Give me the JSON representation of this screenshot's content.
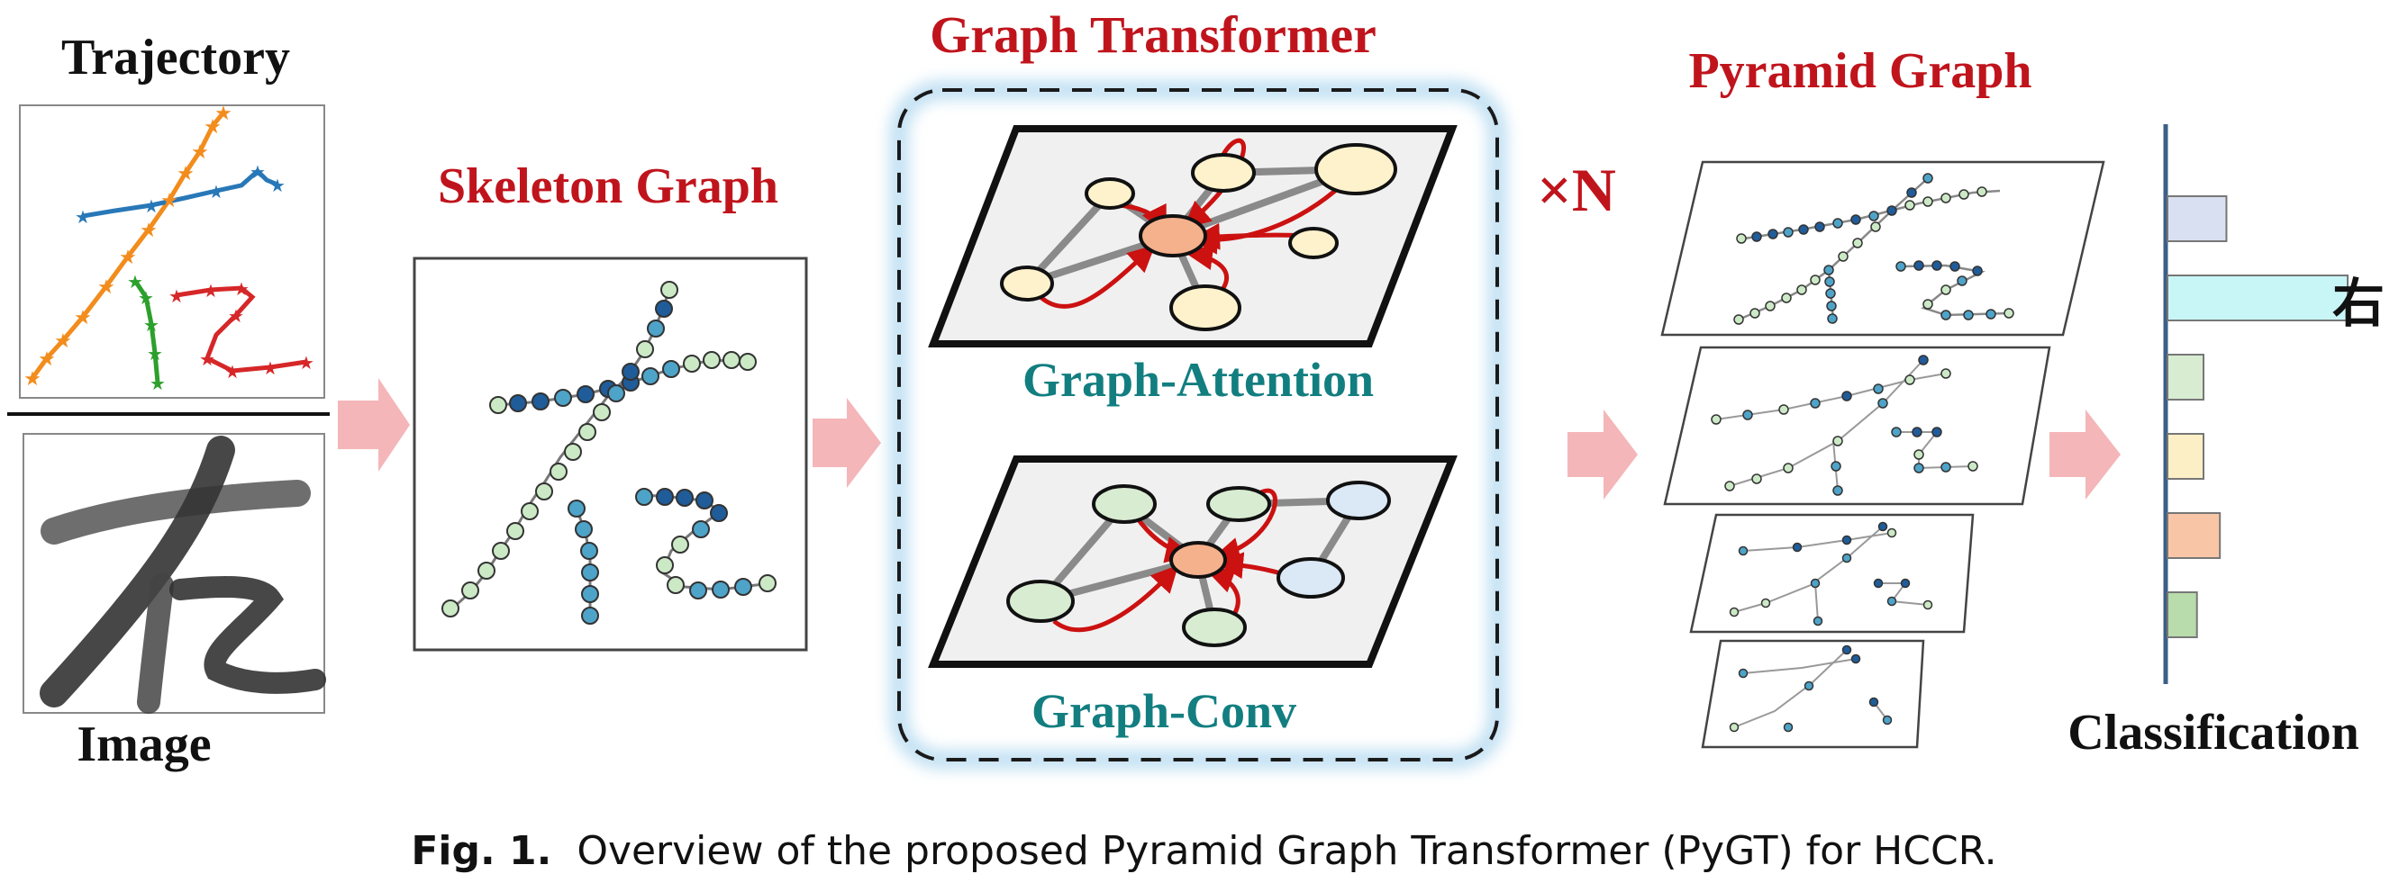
{
  "labels": {
    "trajectory": "Trajectory",
    "image": "Image",
    "skeleton_graph": "Skeleton Graph",
    "graph_transformer": "Graph Transformer",
    "graph_attention": "Graph-Attention",
    "graph_conv": "Graph-Conv",
    "repeat": "×N",
    "pyramid_graph": "Pyramid Graph",
    "classification": "Classification",
    "predicted_char": "右"
  },
  "caption": {
    "fig": "Fig. 1.",
    "text": "Overview of the proposed Pyramid Graph Transformer (PyGT) for HCCR."
  },
  "colors": {
    "title_red": "#c0141c",
    "title_teal": "#127e80",
    "arrow_pink": "#f4b6b8",
    "stroke_orange": "#f28c1c",
    "stroke_blue": "#2878b8",
    "stroke_green": "#2ca02c",
    "stroke_red": "#d62728",
    "node_dark": "#1f5c99",
    "node_mid": "#4ea3c8",
    "node_light": "#cce9c6"
  },
  "classification_bars": [
    {
      "value": 0.18,
      "color": "#d9e0f1"
    },
    {
      "value": 0.55,
      "color": "#c8f6f6"
    },
    {
      "value": 0.11,
      "color": "#d8ecd2"
    },
    {
      "value": 0.11,
      "color": "#fcefc6"
    },
    {
      "value": 0.16,
      "color": "#f8c6a6"
    },
    {
      "value": 0.09,
      "color": "#b8dcab"
    }
  ]
}
